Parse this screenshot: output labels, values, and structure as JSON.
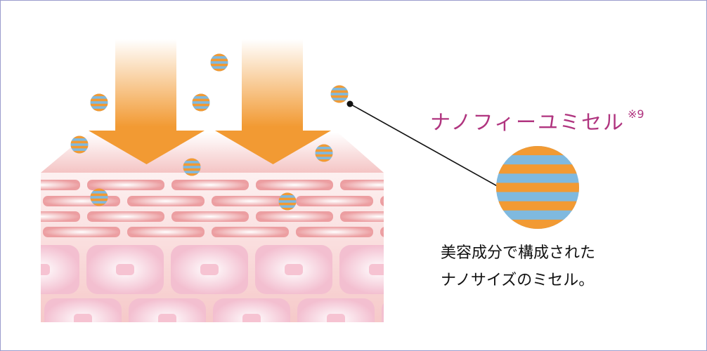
{
  "label": {
    "name": "ナノフィーユミセル",
    "note": "※9"
  },
  "caption": {
    "line1": "美容成分で構成された",
    "line2": "ナノサイズのミセル。"
  },
  "colors": {
    "orange": "#f29a33",
    "blue": "#7fb9df",
    "magenta": "#b0347f",
    "pink": "#f1a3a6",
    "border": "#9a9ccc"
  }
}
